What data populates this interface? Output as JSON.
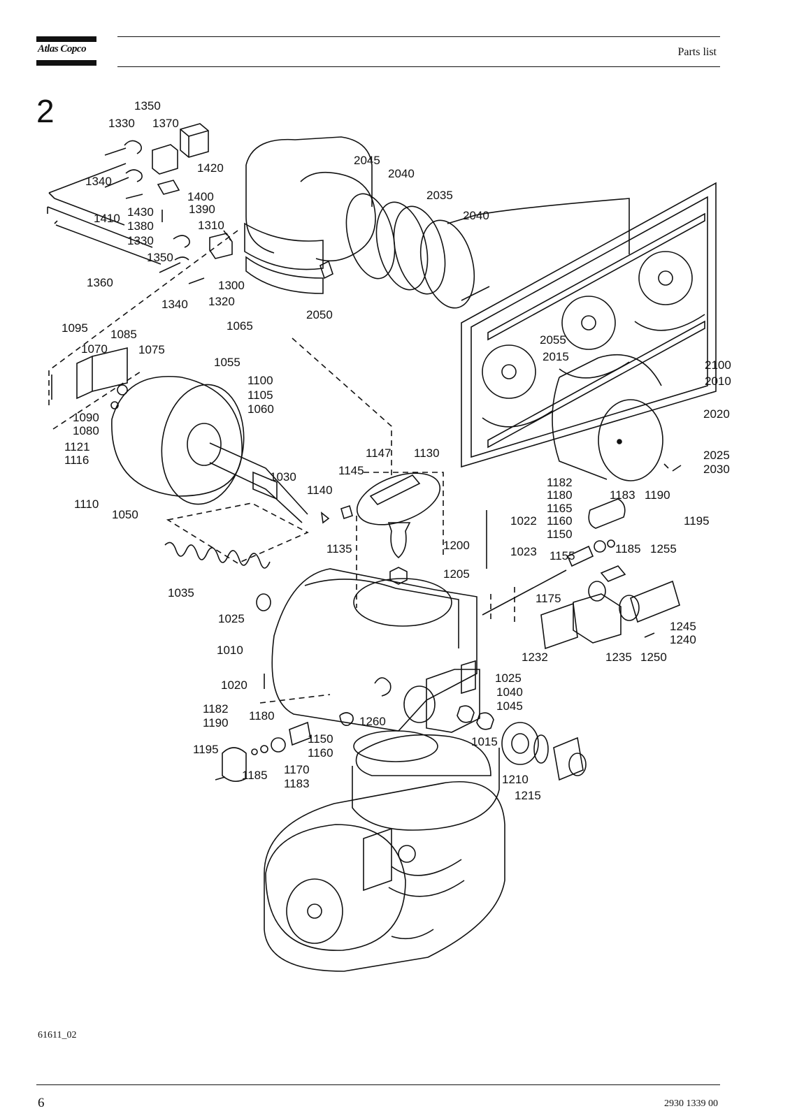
{
  "header": {
    "brand": "Atlas Copco",
    "title": "Parts list"
  },
  "figure": {
    "number": "2",
    "drawing_id": "61611_02",
    "callouts": [
      "1350",
      "1330",
      "1370",
      "1340",
      "1420",
      "1400",
      "1410",
      "1430",
      "1390",
      "1380",
      "1310",
      "1330",
      "1350",
      "1360",
      "1340",
      "1300",
      "1320",
      "2045",
      "2040",
      "2035",
      "2040",
      "2050",
      "2055",
      "2015",
      "2100",
      "2010",
      "2020",
      "2025",
      "2030",
      "1095",
      "1085",
      "1065",
      "1070",
      "1075",
      "1055",
      "1100",
      "1105",
      "1060",
      "1090",
      "1080",
      "1121",
      "1116",
      "1110",
      "1050",
      "1030",
      "1147",
      "1130",
      "1145",
      "1140",
      "1135",
      "1200",
      "1205",
      "1022",
      "1023",
      "1182",
      "1180",
      "1165",
      "1160",
      "1150",
      "1183",
      "1190",
      "1195",
      "1185",
      "1255",
      "1155",
      "1175",
      "1035",
      "1025",
      "1010",
      "1020",
      "1245",
      "1240",
      "1232",
      "1235",
      "1250",
      "1025",
      "1040",
      "1045",
      "1015",
      "1260",
      "1182",
      "1190",
      "1180",
      "1195",
      "1150",
      "1160",
      "1170",
      "1185",
      "1183",
      "1210",
      "1215"
    ]
  },
  "footer": {
    "page_number": "6",
    "document_number": "2930 1339 00"
  }
}
